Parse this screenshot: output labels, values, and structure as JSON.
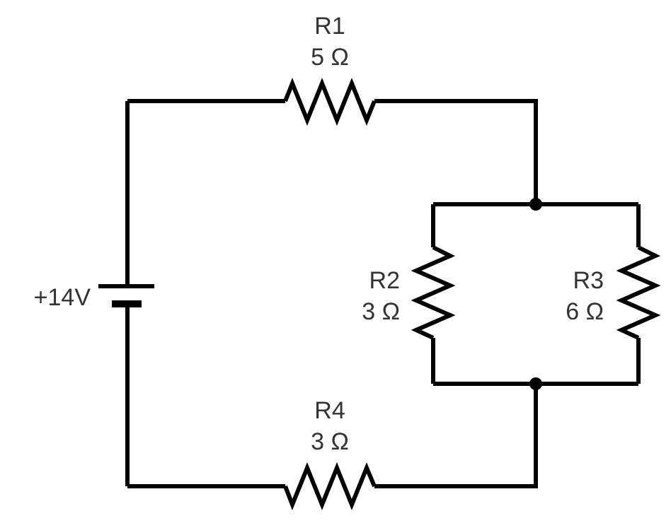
{
  "source": {
    "label": "+14V"
  },
  "resistors": {
    "r1": {
      "name": "R1",
      "value": "5 Ω"
    },
    "r2": {
      "name": "R2",
      "value": "3 Ω"
    },
    "r3": {
      "name": "R3",
      "value": "6 Ω"
    },
    "r4": {
      "name": "R4",
      "value": "3 Ω"
    }
  },
  "colors": {
    "wire": "#000000",
    "label": "#333333",
    "background": "#ffffff"
  }
}
